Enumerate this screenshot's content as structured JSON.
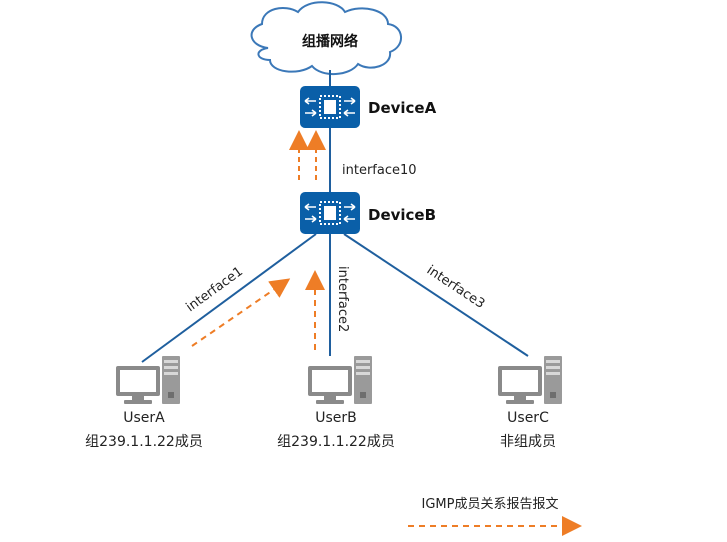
{
  "cloud": {
    "label": "组播网络"
  },
  "devices": {
    "a": {
      "name": "DeviceA"
    },
    "b": {
      "name": "DeviceB"
    }
  },
  "interfaces": {
    "uplink": "interface10",
    "to_user_a": "interface1",
    "to_user_b": "interface2",
    "to_user_c": "interface3"
  },
  "users": [
    {
      "name": "UserA",
      "role": "组239.1.1.22成员"
    },
    {
      "name": "UserB",
      "role": "组239.1.1.22成员"
    },
    {
      "name": "UserC",
      "role": "非组成员"
    }
  ],
  "legend": {
    "label": "IGMP成员关系报告报文"
  },
  "colors": {
    "device_fill": "#0a5fa8",
    "link": "#1f5f9e",
    "report_arrow": "#ee7d26",
    "cloud_stroke": "#3b78b8",
    "pc_gray": "#8a8a8a"
  }
}
